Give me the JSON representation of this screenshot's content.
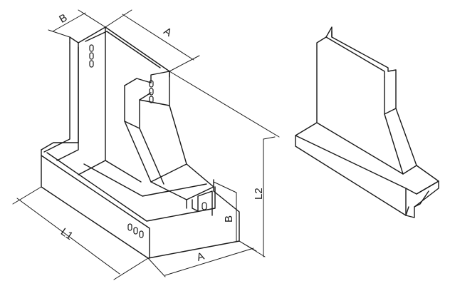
{
  "dimensions": {
    "b_top": "B",
    "a_top": "A",
    "l1": "L1",
    "l2": "L2",
    "b_right": "B",
    "a_bottom": "A"
  },
  "hole_marks": {
    "upper_left": "000",
    "upper_inner": "000",
    "lower_front": "000",
    "inner_slot": "0"
  },
  "colors": {
    "line": "#1a1a1a",
    "background": "#ffffff"
  }
}
